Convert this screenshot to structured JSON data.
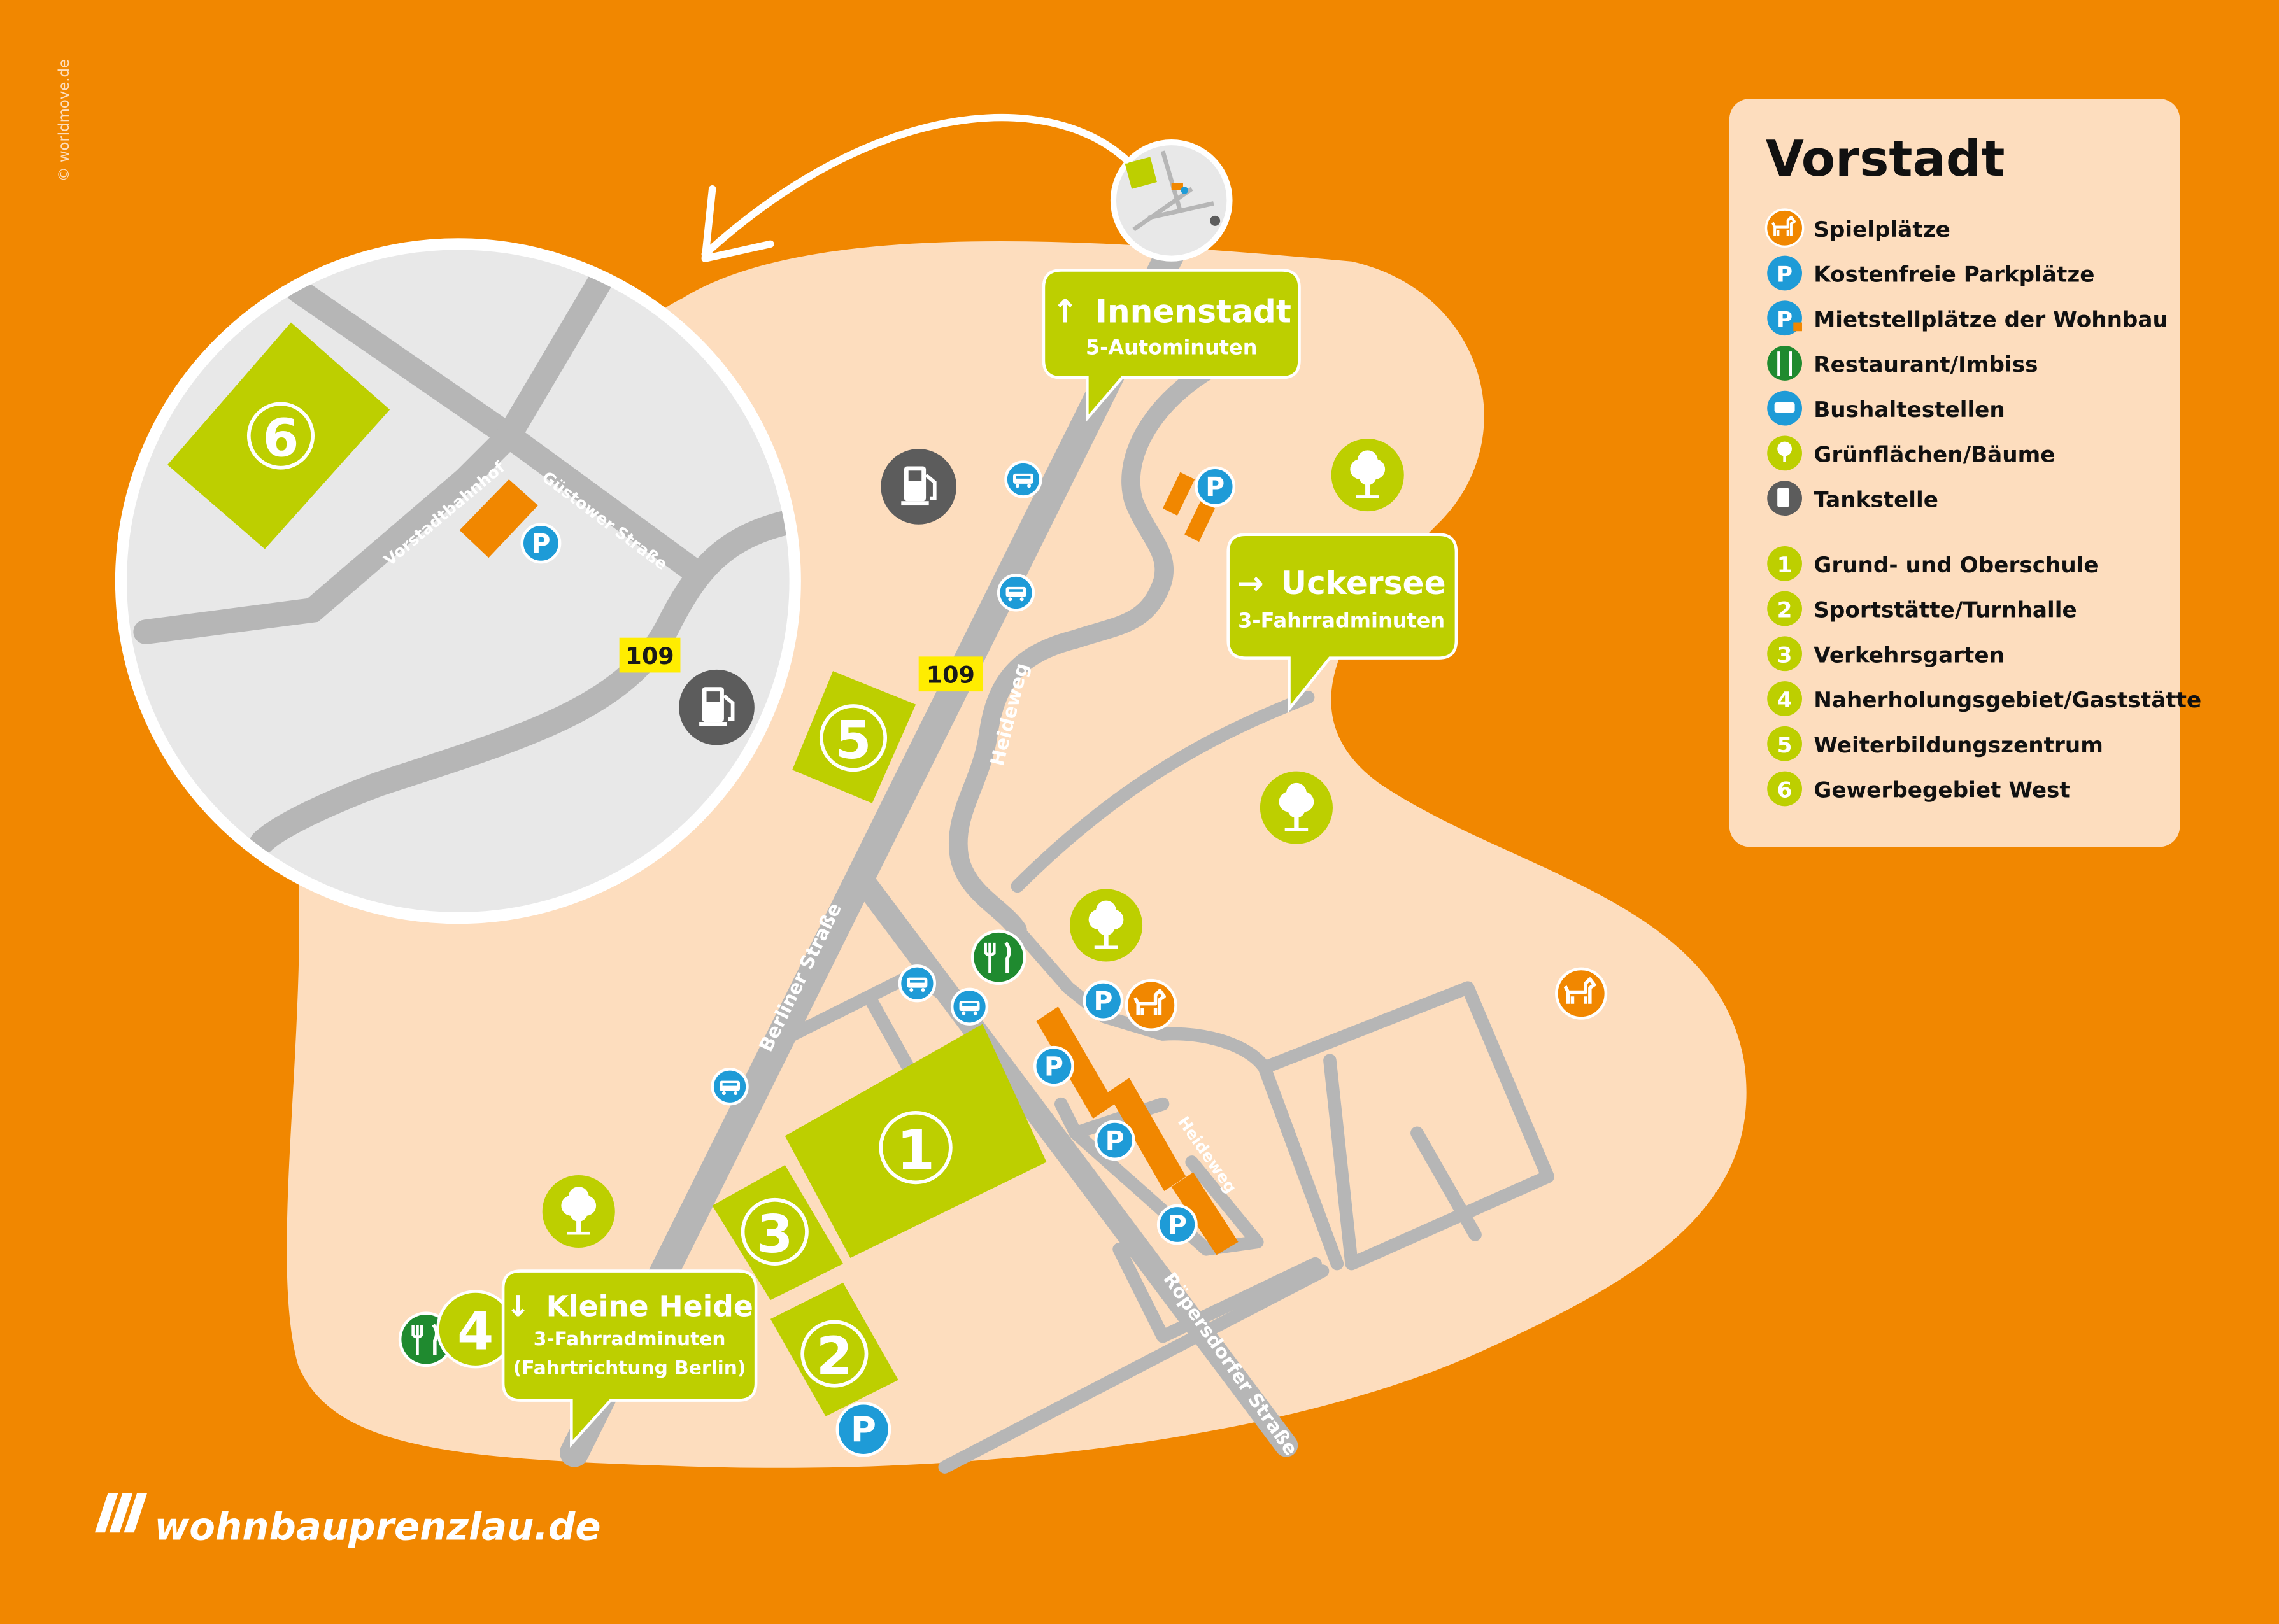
{
  "copyright": "© worldmove.de",
  "brand": "wohnbauprenzlau.de",
  "legend": {
    "title": "Vorstadt",
    "items": [
      {
        "icon": "playground-icon",
        "label": "Spielplätze"
      },
      {
        "icon": "parking-icon",
        "label": "Kostenfreie Parkplätze"
      },
      {
        "icon": "rental-parking-icon",
        "label": "Mietstellplätze der Wohnbau"
      },
      {
        "icon": "restaurant-icon",
        "label": "Restaurant/Imbiss"
      },
      {
        "icon": "bus-stop-icon",
        "label": "Bushaltestellen"
      },
      {
        "icon": "tree-icon",
        "label": "Grünflächen/Bäume"
      },
      {
        "icon": "gas-station-icon",
        "label": "Tankstelle"
      }
    ],
    "numbered": [
      {
        "num": "1",
        "label": "Grund- und Oberschule"
      },
      {
        "num": "2",
        "label": "Sportstätte/Turnhalle"
      },
      {
        "num": "3",
        "label": "Verkehrsgarten"
      },
      {
        "num": "4",
        "label": "Naherholungsgebiet/Gaststätte"
      },
      {
        "num": "5",
        "label": "Weiterbildungszentrum"
      },
      {
        "num": "6",
        "label": "Gewerbegebiet West"
      }
    ]
  },
  "callouts": {
    "innenstadt": {
      "arrow": "↑",
      "title": "Innenstadt",
      "sub": "5-Autominuten"
    },
    "uckersee": {
      "arrow": "→",
      "title": "Uckersee",
      "sub": "3-Fahrradminuten"
    },
    "kleine_heide": {
      "arrow": "↓",
      "title": "Kleine Heide",
      "sub": "3-Fahrradminuten",
      "sub2": "(Fahrtrichtung Berlin)"
    }
  },
  "streets": {
    "berliner": "Berliner Straße",
    "heideweg_north": "Heideweg",
    "heideweg_south": "Heideweg",
    "roepersdorfer": "Röpersdorfer Straße",
    "vorstadtbahnhof": "Vorstadtbahnhof",
    "guestower": "Güstower Straße"
  },
  "road_badge": "109",
  "inset_road_badge": "109",
  "areas": [
    "1",
    "2",
    "3",
    "4",
    "5",
    "6"
  ],
  "parking_letter": "P",
  "colors": {
    "background": "#F18700",
    "district": "#FDDDBE",
    "road": "#B6B6B6",
    "green_area": "#BDCF00",
    "green_dark": "#1F8A2F",
    "parking_blue": "#1E9BD7",
    "building": "#F18700",
    "gas_gray": "#5C5C5C",
    "badge_yellow": "#FFED00",
    "legend_bg": "#FDDDBE"
  }
}
